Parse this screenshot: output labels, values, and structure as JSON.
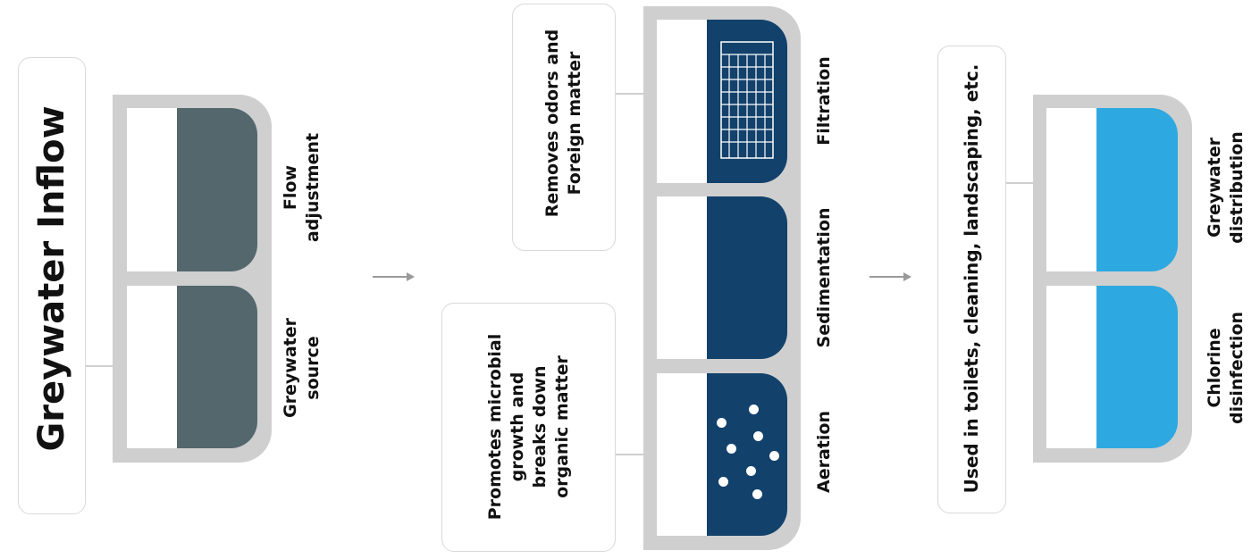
{
  "stage1": {
    "title": "Greywater Inflow",
    "tanks": [
      {
        "line1": "Flow",
        "line2": "adjustment"
      },
      {
        "line1": "Greywater",
        "line2": "source"
      }
    ]
  },
  "stage2": {
    "note_top": {
      "line1": "Removes odors and",
      "line2": "Foreign matter"
    },
    "note_bottom": {
      "line1": "Promotes microbial",
      "line2": "growth and",
      "line3": "breaks down",
      "line4": "organic matter"
    },
    "tanks": [
      {
        "label": "Filtration",
        "icon": "filter-grid-icon"
      },
      {
        "label": "Sedimentation"
      },
      {
        "label": "Aeration",
        "icon": "air-bubbles-icon"
      }
    ]
  },
  "stage3": {
    "note": "Used in toilets, cleaning, landscaping, etc.",
    "tanks": [
      {
        "line1": "Greywater",
        "line2": "distribution"
      },
      {
        "line1": "Chlorine",
        "line2": "disinfection"
      }
    ]
  },
  "colors": {
    "stage1_fill": "#53676d",
    "stage2_fill": "#12416b",
    "stage3_fill": "#2ea8e0",
    "frame": "#cfcfcf",
    "arrow": "#9a9a9a"
  }
}
